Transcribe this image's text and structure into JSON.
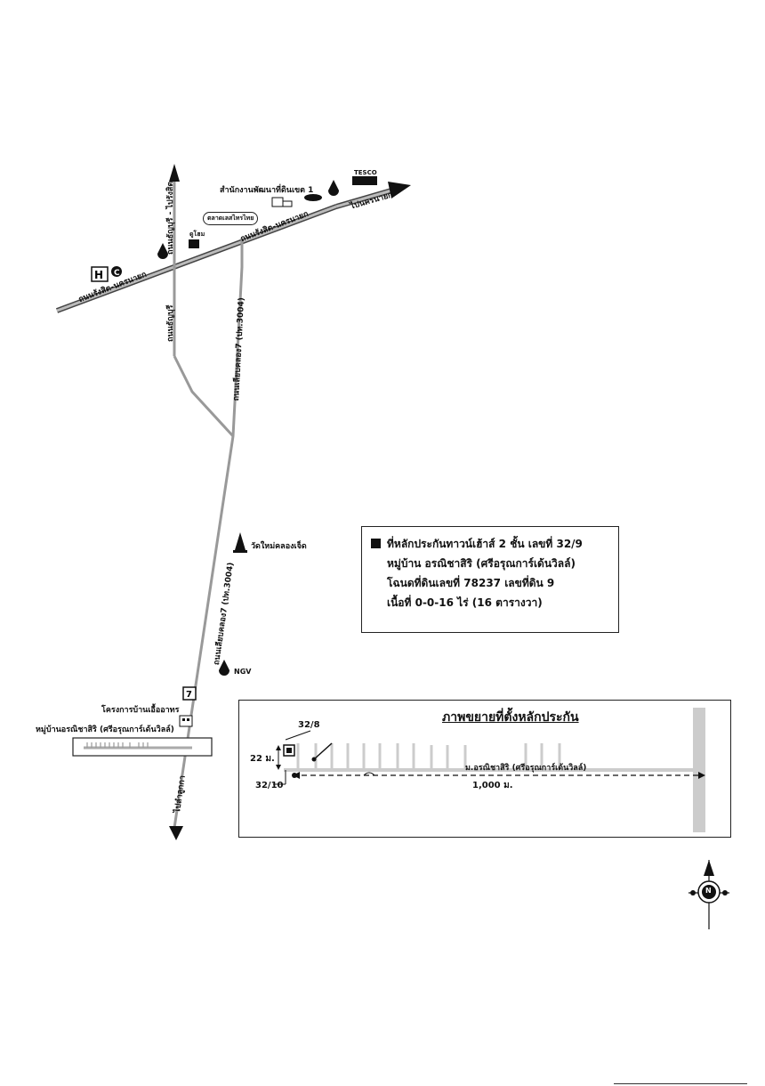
{
  "map": {
    "roads": {
      "main": "ถนนรังสิต-นครนายก",
      "main_2": "ถนนรังสิต-นครนายก",
      "direction_east": "ไปนครนายก",
      "north_road": "ถนนธัญบุรี - ไปรังสิต",
      "north_road_lower": "ถนนธัญบุรี",
      "klong7": "ถนนเลียบคลอง7 (ปท.3004)",
      "klong7_lower": "ถนนเลียบคลอง7 (ปท.3004)",
      "direction_south": "ไปลำลูกกา"
    },
    "landmarks": {
      "land_office": "สำนักงานพัฒนาที่ดินเขต 1",
      "tesco": "TESCO",
      "sign": "ตลาดเลสไทรไทย",
      "dulong": "ดูโฮม",
      "temple": "วัดใหม่คลองเจ็ด",
      "ngv": "NGV",
      "project": "โครงการบ้านเอื้ออาทร",
      "village": "หมู่บ้านอรณิชาสิริ (ศรีอรุณการ์เด้นวิลล์)"
    },
    "icons": [
      "honda-logo-icon",
      "gas-station-icon",
      "seven-eleven-icon",
      "temple-icon",
      "building-icon",
      "compass-icon"
    ]
  },
  "infobox": {
    "line1": "ที่หลักประกันทาวน์เฮ้าส์ 2 ชั้น เลขที่ 32/9",
    "line2": "หมู่บ้าน อรณิชาสิริ (ศรีอรุณการ์เด้นวิลล์)",
    "line3": "โฉนดที่ดินเลขที่ 78237  เลขที่ดิน 9",
    "line4": "เนื้อที่ 0-0-16 ไร่ (16 ตารางวา)"
  },
  "inset": {
    "title": "ภาพขยายที่ตั้งหลักประกัน",
    "lot_a": "32/8",
    "lot_b": "32/10",
    "width": "22 ม.",
    "road": "ม.อรณิชาสิริ (ศรีอรุณการ์เด้นวิลล์)",
    "distance": "1,000 ม."
  },
  "compass": {
    "label": "N"
  }
}
